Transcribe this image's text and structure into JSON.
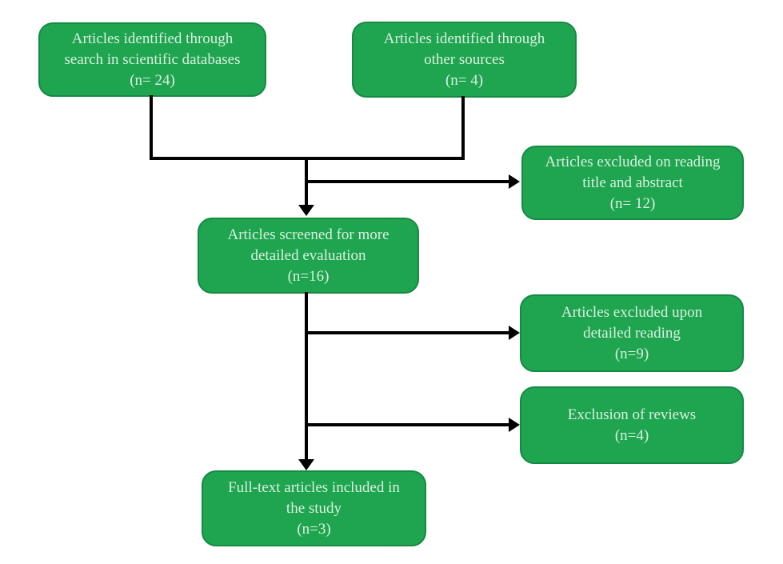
{
  "diagram": {
    "type": "flowchart",
    "colors": {
      "background": "#FFFFFF",
      "box_fill": "#1FA550",
      "box_border": "#148A43",
      "box_text": "#D8F0DE",
      "connector": "#000000"
    },
    "boxes": {
      "identified_databases": {
        "lines": [
          "Articles identified through",
          "search in scientific databases",
          "(n= 24)"
        ]
      },
      "identified_other_sources": {
        "lines": [
          "Articles identified through",
          "other sources",
          "(n= 4)"
        ]
      },
      "excluded_title_abstract": {
        "lines": [
          "Articles excluded on reading",
          "title and abstract",
          "(n= 12)"
        ]
      },
      "screened_detailed_evaluation": {
        "lines": [
          "Articles screened for more",
          "detailed evaluation",
          "(n=16)"
        ]
      },
      "excluded_detailed_reading": {
        "lines": [
          "Articles excluded upon",
          "detailed reading",
          "(n=9)"
        ]
      },
      "exclusion_of_reviews": {
        "lines": [
          "Exclusion of reviews",
          "(n=4)"
        ]
      },
      "fulltext_included": {
        "lines": [
          "Full-text articles included in",
          "the study",
          "(n=3)"
        ]
      }
    }
  }
}
